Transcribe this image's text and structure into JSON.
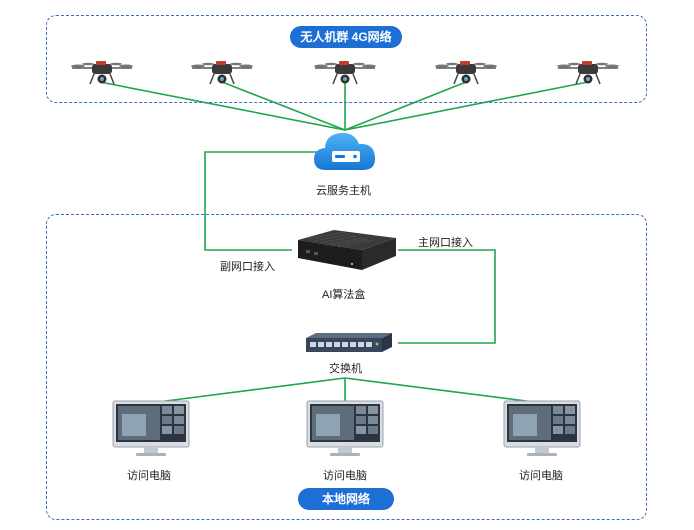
{
  "regions": {
    "drone_swarm": {
      "title": "无人机群 4G网络"
    },
    "local_network": {
      "title": "本地网络"
    }
  },
  "nodes": {
    "cloud_host": {
      "label": "云服务主机",
      "icon": "cloud-server-icon"
    },
    "ai_box": {
      "label": "AI算法盒",
      "icon": "ai-box-icon"
    },
    "switch": {
      "label": "交换机",
      "icon": "network-switch-icon"
    },
    "drones": {
      "count": 5,
      "icon": "drone-icon"
    },
    "computers": [
      {
        "label": "访问电脑",
        "icon": "monitor-icon"
      },
      {
        "label": "访问电脑",
        "icon": "monitor-icon"
      },
      {
        "label": "访问电脑",
        "icon": "monitor-icon"
      }
    ]
  },
  "links": {
    "secondary_port": "副网口接入",
    "primary_port": "主网口接入"
  },
  "colors": {
    "link": "#1fa64a",
    "region_border": "#3a6fc4",
    "pill": "#1d6fd6",
    "cloud": "#1e90e6"
  }
}
